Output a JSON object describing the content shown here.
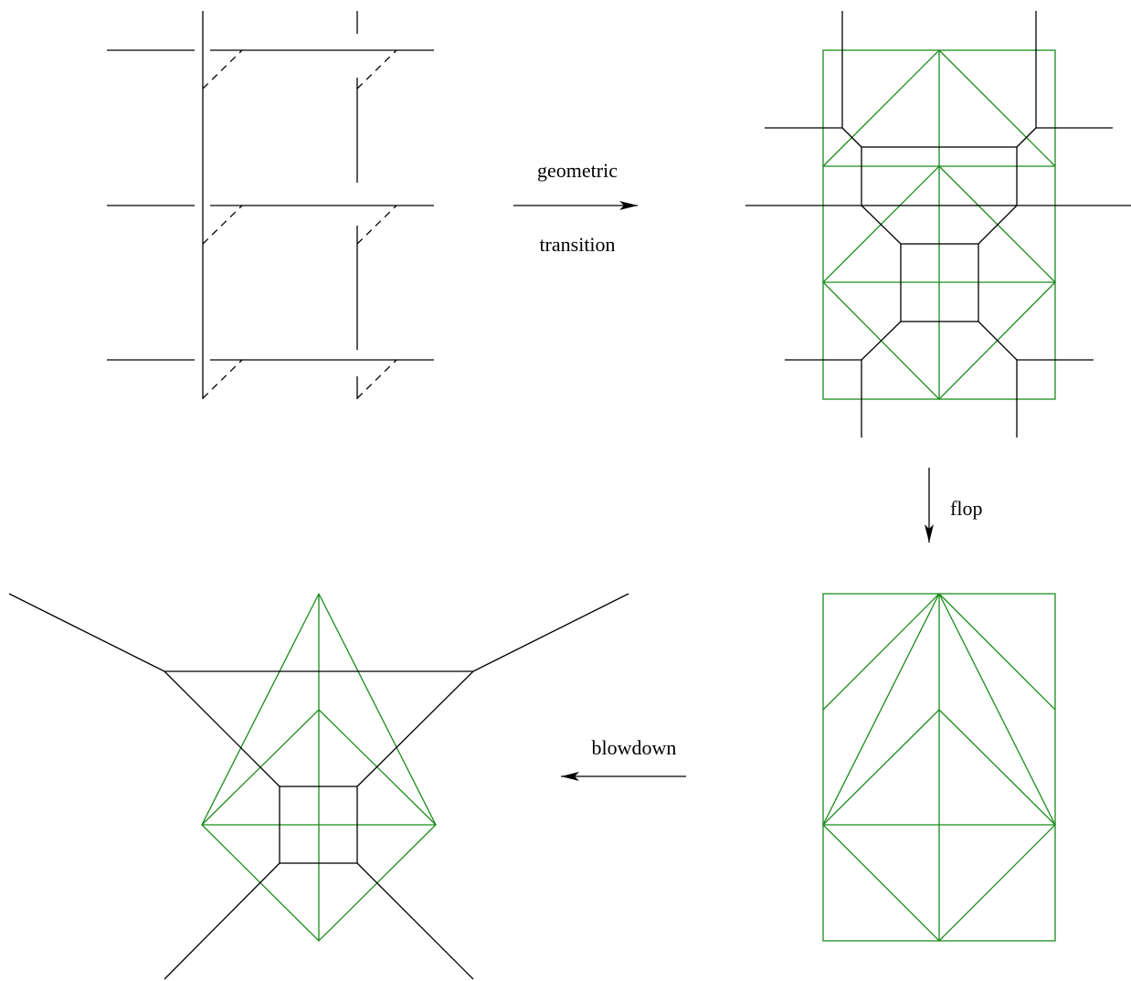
{
  "labels": {
    "geometric": "geometric",
    "transition": "transition",
    "flop": "flop",
    "blowdown": "blowdown"
  },
  "colors": {
    "line": "#000000",
    "triangulation": "#1a8c1a",
    "background": "#ffffff"
  }
}
